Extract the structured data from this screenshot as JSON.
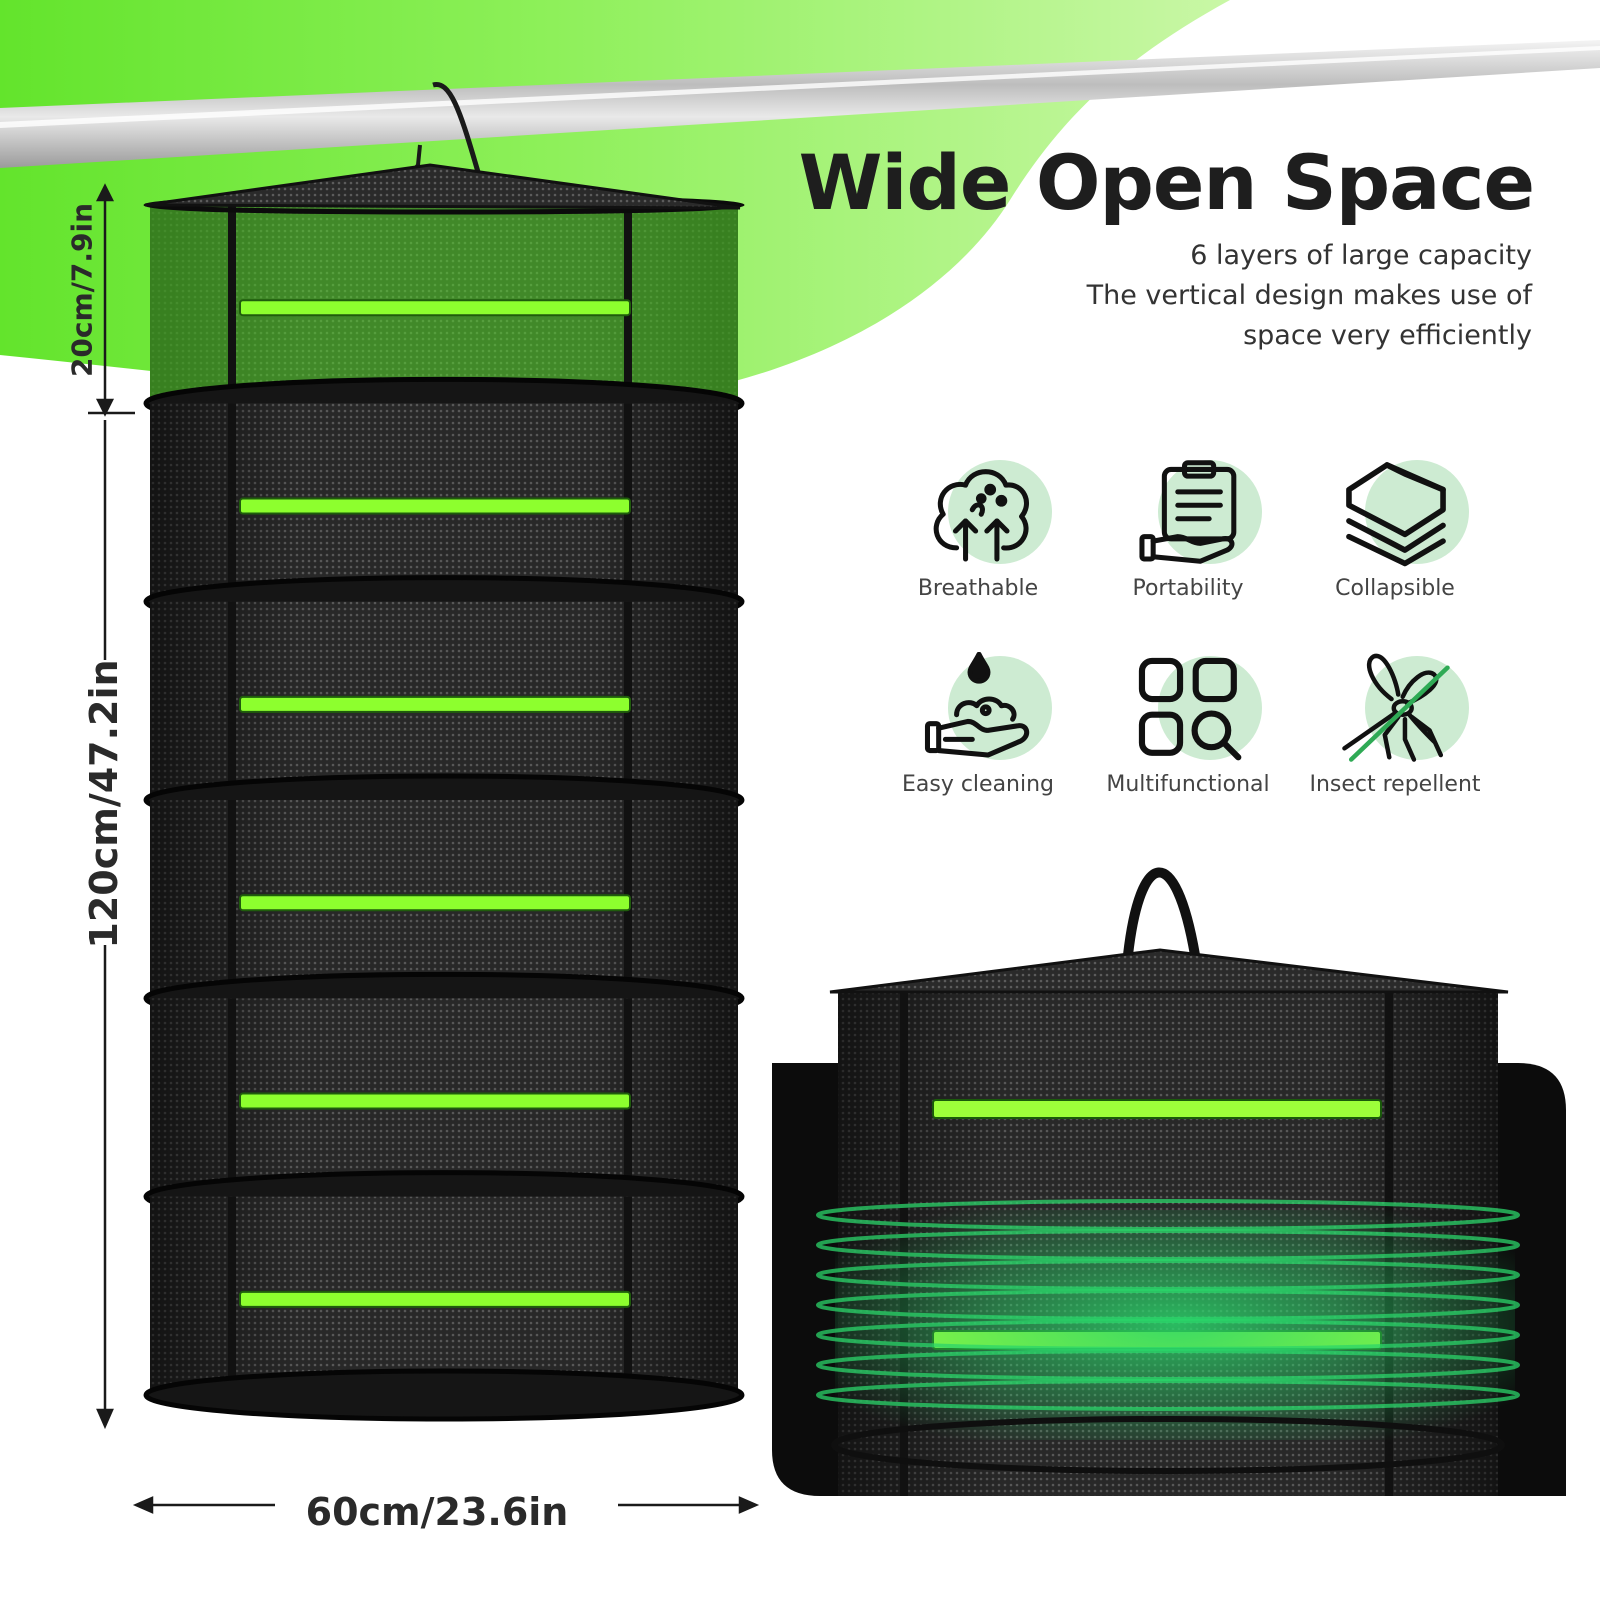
{
  "headline": "Wide Open Space",
  "subtitle_lines": [
    "6 layers of large capacity",
    "The vertical design makes use of",
    "space very efficiently"
  ],
  "features": [
    {
      "label": "Breathable",
      "icon": "tree-airflow-icon"
    },
    {
      "label": "Portability",
      "icon": "clipboard-hand-icon"
    },
    {
      "label": "Collapsible",
      "icon": "stacked-layers-icon"
    },
    {
      "label": "Easy cleaning",
      "icon": "hand-wash-icon"
    },
    {
      "label": "Multifunctional",
      "icon": "grid-search-icon"
    },
    {
      "label": "Insect repellent",
      "icon": "no-mosquito-icon"
    }
  ],
  "dimensions": {
    "layer_height": "20cm/7.9in",
    "total_height": "120cm/47.2in",
    "diameter": "60cm/23.6in"
  },
  "product": {
    "layers": 6
  },
  "colors": {
    "accent_green": "#7cf23a",
    "zipper_green": "#8dff2e",
    "mesh_dark": "#1c1c1c",
    "icon_disk": "#cdebd2",
    "glow_green": "#2bd46a"
  }
}
